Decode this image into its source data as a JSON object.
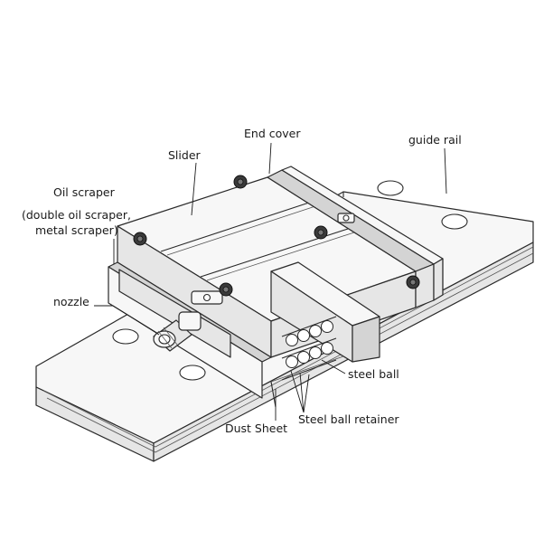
{
  "labels": {
    "end_cover": "End cover",
    "guide_rail": "guide rail",
    "slider": "Slider",
    "oil_scraper": "Oil scraper",
    "oil_scraper_detail_1": "(double oil scraper,",
    "oil_scraper_detail_2": "metal scraper)",
    "nozzle": "nozzle",
    "steel_ball": "steel ball",
    "steel_ball_retainer": "Steel ball retainer",
    "dust_sheet": "Dust Sheet"
  }
}
